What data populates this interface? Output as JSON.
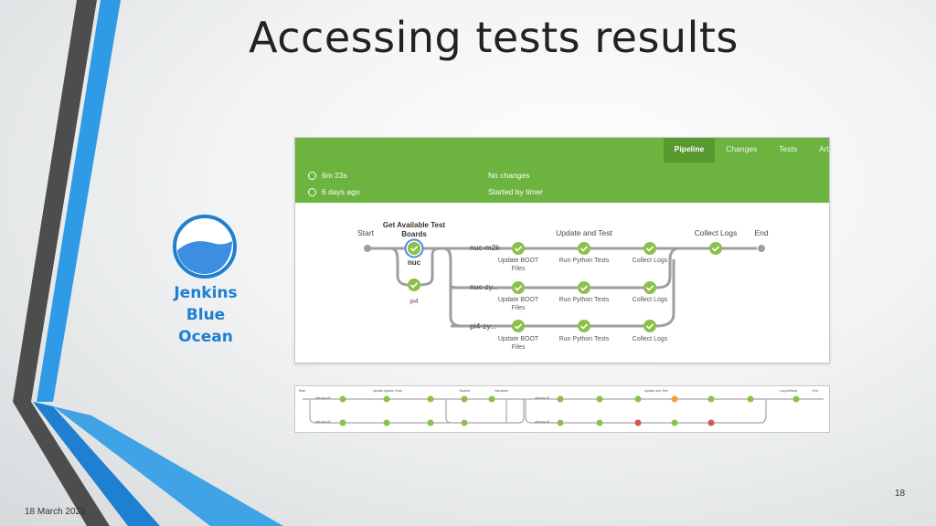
{
  "slide": {
    "title": "Accessing tests results",
    "date": "18 March 2025",
    "page_number": "18"
  },
  "logo": {
    "lines": [
      "Jenkins",
      "Blue",
      "Ocean"
    ],
    "color": "#1f7fd0"
  },
  "panel": {
    "tabs": [
      {
        "label": "Pipeline",
        "active": true
      },
      {
        "label": "Changes",
        "active": false
      },
      {
        "label": "Tests",
        "active": false
      },
      {
        "label": "Art",
        "active": false
      }
    ],
    "duration": "6m 23s",
    "changes": "No changes",
    "time_ago": "6 days ago",
    "trigger": "Started by timer",
    "accent": "#6cb33f"
  },
  "pipeline": {
    "start": "Start",
    "end": "End",
    "stage_boards_line1": "Get Available Test",
    "stage_boards_line2": "Boards",
    "stage_update": "Update and Test",
    "stage_collect": "Collect Logs",
    "board_nuc": "nuc",
    "board_pi4": "pi4",
    "branch1": "nuc-m2k",
    "branch2": "nuc-zy...",
    "branch3": "pi4-zy...",
    "step_update_l1": "Update BOOT",
    "step_update_l2": "Files",
    "step_python": "Run Python Tests",
    "step_collect": "Collect Logs"
  },
  "panel2": {
    "start": "Start",
    "stage_update_agents": "Update Agents Tools",
    "stage_boards": "Boards",
    "stage_hardware": "Hardware",
    "stage_update_test": "Update and Test",
    "stage_log_artifacts": "Log Artifacts",
    "end": "End",
    "branch_a": "ubt-nuc-01",
    "branch_b": "ubt-nuc-02",
    "branch_c": "ubt-nuc-01",
    "branch_d": "ubt-nuc-01"
  }
}
